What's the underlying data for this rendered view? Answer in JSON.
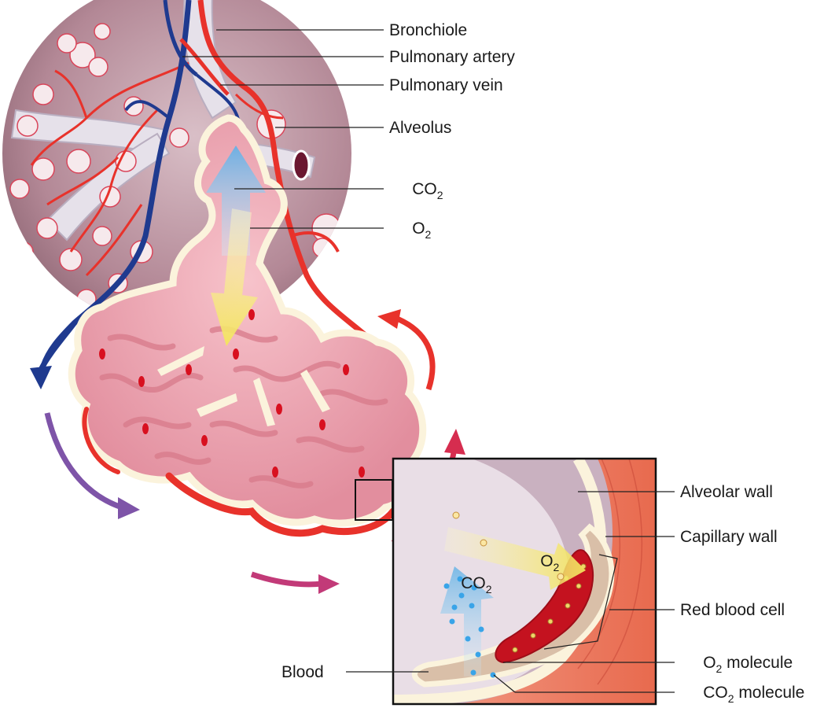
{
  "labels": {
    "bronchiole": "Bronchiole",
    "pulmonary_artery": "Pulmonary artery",
    "pulmonary_vein": "Pulmonary vein",
    "alveolus": "Alveolus",
    "co2_main": "CO",
    "co2_main_sub": "2",
    "o2_main": "O",
    "o2_main_sub": "2",
    "alveolar_wall": "Alveolar wall",
    "capillary_wall": "Capillary wall",
    "red_blood_cell": "Red blood cell",
    "o2_molecule_pre": "O",
    "o2_molecule_sub": "2",
    "o2_molecule_post": " molecule",
    "co2_molecule_pre": "CO",
    "co2_molecule_sub": "2",
    "co2_molecule_post": " molecule",
    "blood": "Blood",
    "inset_o2": "O",
    "inset_o2_sub": "2",
    "inset_co2": "CO",
    "inset_co2_sub": "2"
  },
  "colors": {
    "artery_red": "#e8322b",
    "vein_blue": "#1f3a8f",
    "alveolus_pink": "#f2a9b4",
    "alveolus_dark": "#d87a8a",
    "wall_cream": "#fbf3dc",
    "circle_bg": "#b88f9a",
    "co2_arrow": "#7ec2ec",
    "o2_arrow": "#f7ee7c",
    "flow_purple": "#7e54a8",
    "flow_magenta": "#c23a78"
  }
}
